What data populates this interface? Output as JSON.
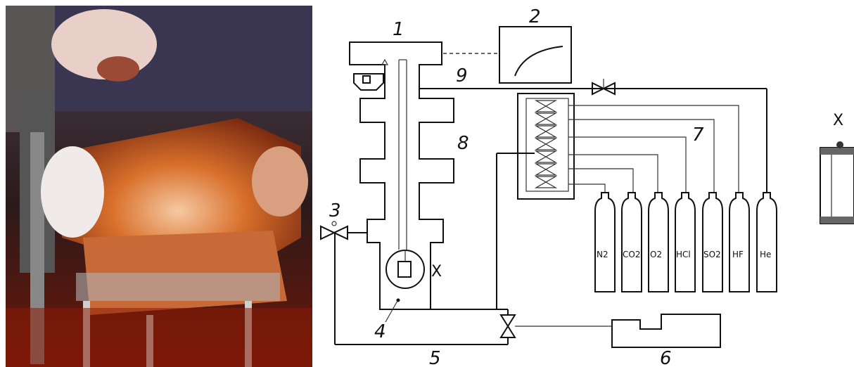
{
  "photo": {
    "icon": "photo-of-test-chamber"
  },
  "labels": {
    "n1": "1",
    "n2": "2",
    "n3": "3",
    "n4": "4",
    "n5": "5",
    "n6": "6",
    "n7": "7",
    "n8": "8",
    "n9": "9",
    "x_mark": "X",
    "x_mark_inset": "X"
  },
  "gases": [
    "N2",
    "CO2",
    "O2",
    "HCl",
    "SO2",
    "HF",
    "He"
  ]
}
